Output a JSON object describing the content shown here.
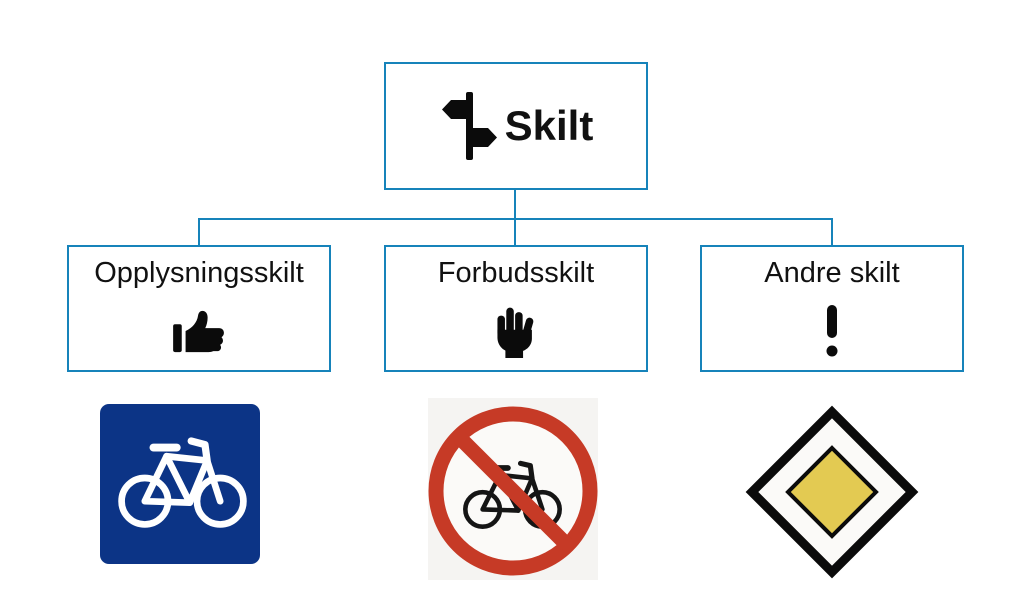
{
  "diagram": {
    "root": {
      "label": "Skilt",
      "icon": "signpost-icon"
    },
    "children": [
      {
        "label": "Opplysningsskilt",
        "icon": "thumbs-up-icon",
        "sign": "cycle-path-sign"
      },
      {
        "label": "Forbudsskilt",
        "icon": "stop-hand-icon",
        "sign": "no-cycling-sign"
      },
      {
        "label": "Andre skilt",
        "icon": "exclamation-icon",
        "sign": "priority-road-sign"
      }
    ],
    "signs": [
      {
        "name": "cycle-path-sign",
        "description": "blue square sign, white bicycle"
      },
      {
        "name": "no-cycling-sign",
        "description": "red circle with diagonal slash over black bicycle"
      },
      {
        "name": "priority-road-sign",
        "description": "yellow diamond inside white diamond with black border"
      }
    ]
  },
  "colors": {
    "box_border": "#1683BA",
    "connector": "#1683BA",
    "icon_black": "#0b0b0b",
    "cycle_sign_blue": "#0C3486",
    "prohibition_red": "#C63A26",
    "prohibition_bg": "#F5F4F2",
    "priority_yellow": "#E3CA52",
    "sign_white": "#FFFFFF",
    "text_black": "#111111"
  }
}
